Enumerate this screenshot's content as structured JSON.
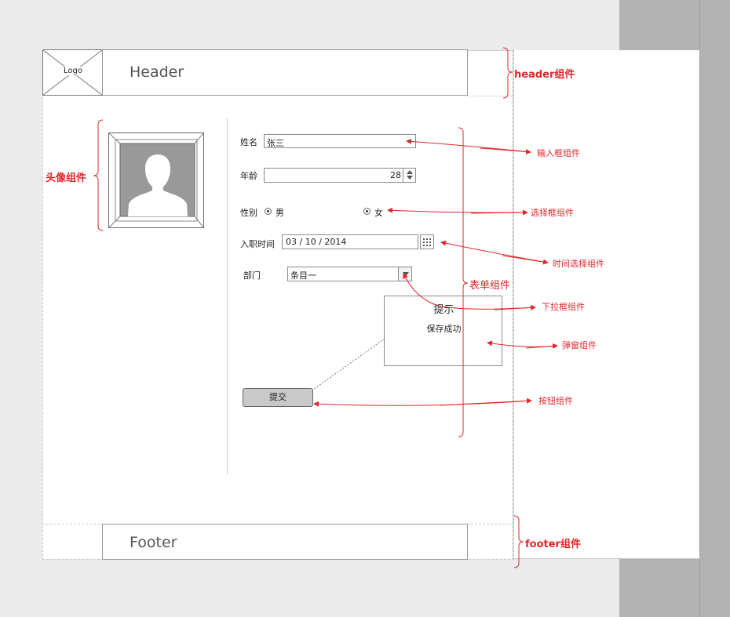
{
  "header": {
    "logo": "Logo",
    "title": "Header"
  },
  "footer": {
    "title": "Footer"
  },
  "form": {
    "name_label": "姓名",
    "name_value": "张三",
    "age_label": "年龄",
    "age_value": "28",
    "gender_label": "性别",
    "gender_male": "男",
    "gender_female": "女",
    "hire_date_label": "入职时间",
    "hire_date_value": "03 / 10 / 2014",
    "department_label": "部门",
    "department_value": "条目一",
    "submit_label": "提交"
  },
  "dialog": {
    "title": "提示",
    "message": "保存成功"
  },
  "annotations": {
    "header": "header组件",
    "avatar": "头像组件",
    "input": "输入框组件",
    "radio": "选择框组件",
    "date_picker": "时间选择组件",
    "form": "表单组件",
    "dropdown": "下拉框组件",
    "dialog": "弹窗组件",
    "button": "按钮组件",
    "footer": "footer组件"
  },
  "colors": {
    "annotation": "#e3262a",
    "canvas": "#ebebeb",
    "sidebar": "#b3b3b3",
    "button": "#c9c9c9",
    "avatar": "#999999"
  }
}
